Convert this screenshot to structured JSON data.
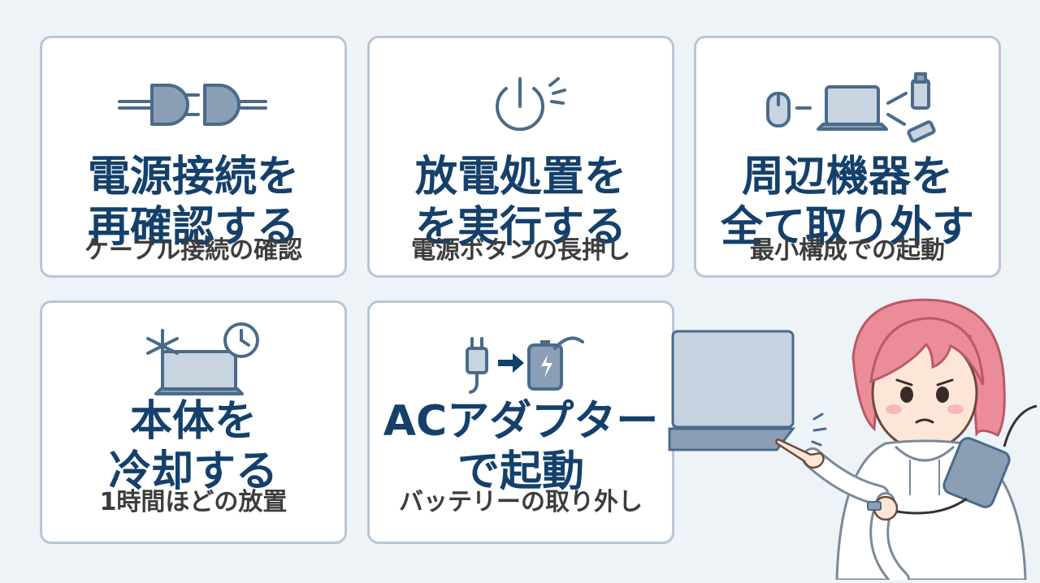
{
  "cards": [
    {
      "title_line1": "電源接続を",
      "title_line2": "再確認する",
      "subtitle": "ケーブル接続の確認",
      "icon": "plug-icon"
    },
    {
      "title_line1": "放電処置を",
      "title_line2": "を実行する",
      "subtitle": "電源ボタンの長押し",
      "icon": "power-button-icon"
    },
    {
      "title_line1": "周辺機器を",
      "title_line2": "全て取り外す",
      "subtitle": "最小構成での起動",
      "icon": "peripherals-icon"
    },
    {
      "title_line1": "本体を",
      "title_line2": "冷却する",
      "subtitle": "1時間ほどの放置",
      "icon": "cooling-laptop-icon"
    },
    {
      "title_line1": "ACアダプター",
      "title_line2": "で起動",
      "subtitle": "バッテリーの取り外し",
      "icon": "ac-adapter-icon"
    }
  ],
  "colors": {
    "background": "#eef3f8",
    "card_border": "#b7c6d6",
    "title": "#14406b",
    "subtitle": "#3d3d3d",
    "icon": "#4a6b8a",
    "hair": "#ec8c99"
  },
  "illustration": {
    "name": "worried-girl-with-laptop",
    "objects": [
      "laptop-icon",
      "girl-character",
      "ac-adapter-brick"
    ]
  }
}
